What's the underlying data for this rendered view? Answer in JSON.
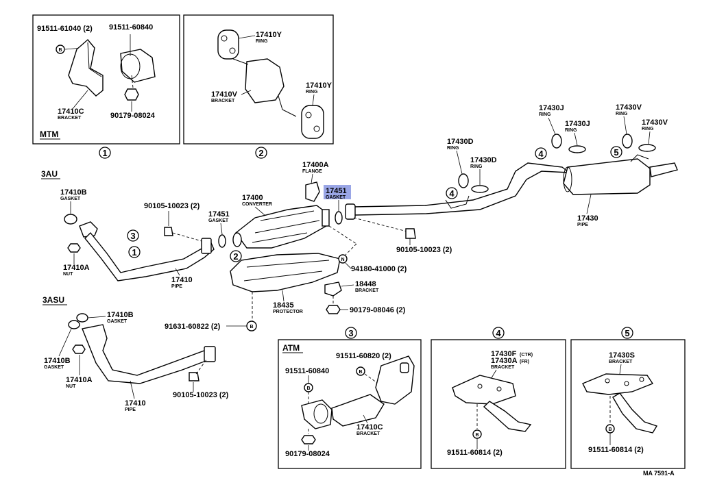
{
  "insets": {
    "mtm_label": "MTM",
    "mtm_index": "1",
    "ring_index": "2",
    "atm_label": "ATM",
    "atm_index": "3",
    "bracket4_index": "4",
    "bracket5_index": "5"
  },
  "variants": {
    "v1": "3AU",
    "v2": "3ASU"
  },
  "callouts": {
    "c3": "3",
    "c1": "1",
    "c2": "2",
    "c4": "4",
    "c5": "5"
  },
  "bolt_symbols": {
    "b": "B",
    "n": "N"
  },
  "parts": {
    "p91511_61040": "91511-61040 (2)",
    "p91511_60840_top": "91511-60840",
    "p17410c_top": "17410C",
    "p17410c_top_nm": "BRACKET",
    "p90179_08024_top": "90179-08024",
    "p17410y_a": "17410Y",
    "p17410y_a_nm": "RING",
    "p17410v": "17410V",
    "p17410v_nm": "BRACKET",
    "p17410y_b": "17410Y",
    "p17410y_b_nm": "RING",
    "p17430j_a": "17430J",
    "p17430j_a_nm": "RING",
    "p17430j_b": "17430J",
    "p17430j_b_nm": "RING",
    "p17430v_a": "17430V",
    "p17430v_a_nm": "RING",
    "p17430v_b": "17430V",
    "p17430v_b_nm": "RING",
    "p17430d_a": "17430D",
    "p17430d_a_nm": "RING",
    "p17430d_b": "17430D",
    "p17430d_b_nm": "RING",
    "p17400a": "17400A",
    "p17400a_nm": "FLANGE",
    "p17451_hl": "17451",
    "p17451_hl_nm": "GASKET",
    "p17410b_a": "17410B",
    "p17410b_a_nm": "GASKET",
    "p90105_a": "90105-10023 (2)",
    "p17451_b": "17451",
    "p17451_b_nm": "GASKET",
    "p17400": "17400",
    "p17400_nm": "CONVERTER",
    "p17430": "17430",
    "p17430_nm": "PIPE",
    "p90105_b": "90105-10023 (2)",
    "p94180": "94180-41000 (2)",
    "p17410a_a": "17410A",
    "p17410a_a_nm": "NUT",
    "p17410_a": "17410",
    "p17410_a_nm": "PIPE",
    "p18448": "18448",
    "p18448_nm": "BRACKET",
    "p18435": "18435",
    "p18435_nm": "PROTECTOR",
    "p90179_08046": "90179-08046 (2)",
    "p17410b_b": "17410B",
    "p17410b_b_nm": "GASKET",
    "p17410b_c": "17410B",
    "p17410b_c_nm": "GASKET",
    "p17410a_b": "17410A",
    "p17410a_b_nm": "NUT",
    "p91631": "91631-60822 (2)",
    "p17410_b": "17410",
    "p17410_b_nm": "PIPE",
    "p90105_c": "90105-10023 (2)",
    "p91511_60820": "91511-60820 (2)",
    "p91511_60840_atm": "91511-60840",
    "p17410c_atm": "17410C",
    "p17410c_atm_nm": "BRACKET",
    "p90179_08024_atm": "90179-08024",
    "p17430f": "17430F",
    "p17430f_sfx": "(CTR)",
    "p17430a": "17430A",
    "p17430a_sfx": "(FR)",
    "p17430f_nm": "BRACKET",
    "p91511_60814_a": "91511-60814 (2)",
    "p17430s": "17430S",
    "p17430s_nm": "BRACKET",
    "p91511_60814_b": "91511-60814 (2)"
  },
  "footer": {
    "ref": "MA 7591-A"
  },
  "colors": {
    "highlight": "#9aa6e6",
    "line": "#000000",
    "background": "#ffffff"
  }
}
